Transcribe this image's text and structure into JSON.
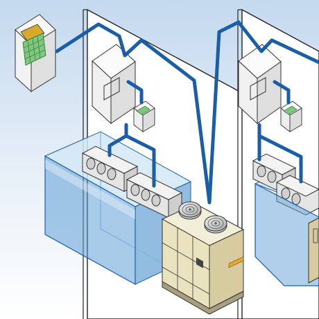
{
  "scene": {
    "colors": {
      "sky_top": "#c4d9ef",
      "sky_bottom": "#ffffff",
      "pipe": "#1a5ea7",
      "wall": "#ffffff",
      "wall_edge": "#1f1f1f",
      "tank_front": "#9cc7ea",
      "tank_side": "#7fb1dc",
      "tank_top": "#d3e8f7",
      "device": "#f4f4f2",
      "unit_body": "#ebe2c0",
      "unit_side": "#d7cc9f",
      "unit_top": "#f3eed8",
      "fan_guard": "#d8d8d8",
      "panel_screen": "#7ec77e",
      "stripe": "#e8a624"
    },
    "objects": [
      {
        "name": "central-controller",
        "kind": "wall-mounted control panel"
      },
      {
        "name": "indoor-unit-controller",
        "kind": "junction box"
      },
      {
        "name": "remote-controller",
        "kind": "wall remote"
      },
      {
        "name": "evaporator-unit",
        "kind": "unit cooler with fans"
      },
      {
        "name": "condensing-unit",
        "kind": "outdoor condensing unit"
      }
    ]
  }
}
